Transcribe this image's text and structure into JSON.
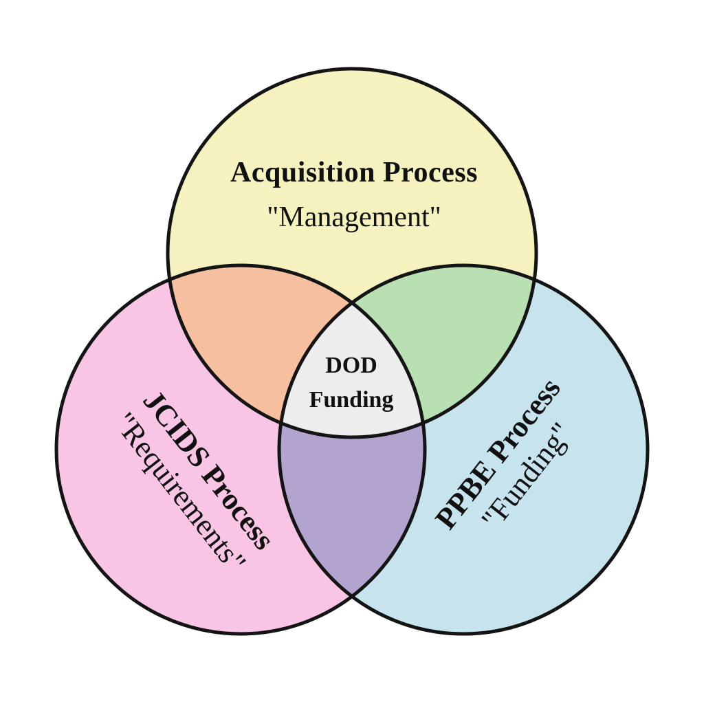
{
  "diagram": {
    "type": "venn",
    "circles": {
      "acquisition": {
        "title": "Acquisition Process",
        "subtitle": "\"Management\""
      },
      "jcids": {
        "title": "JCIDS Process",
        "subtitle": "\"Requirements\""
      },
      "ppbe": {
        "title": "PPBE Process",
        "subtitle": "\"Funding\""
      }
    },
    "center": {
      "line1": "DOD",
      "line2": "Funding"
    }
  },
  "colors": {
    "background": "#ffffff",
    "text": "#111111",
    "outline": "#141414",
    "acquisition_fill": "#f6f2bf",
    "jcids_fill": "#f8c5e4",
    "ppbe_fill": "#c7e3ee",
    "acquisition_jcids_overlap": "#f6c0a0",
    "acquisition_ppbe_overlap": "#b9e0b3",
    "jcids_ppbe_overlap": "#b3a4cf",
    "triple_overlap": "#ededed"
  }
}
